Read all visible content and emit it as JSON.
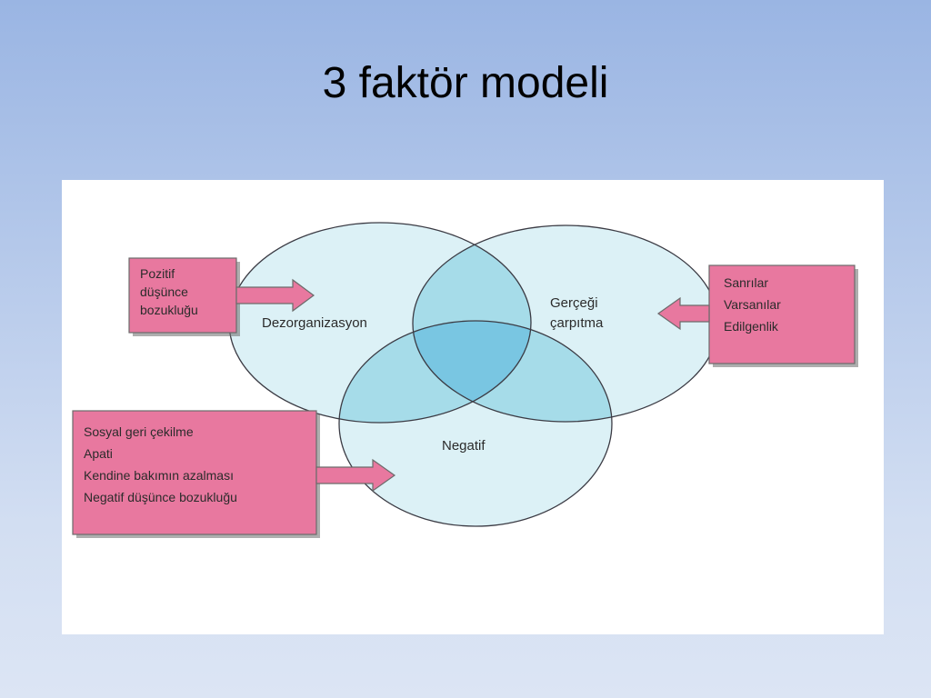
{
  "title": "3 faktör modeli",
  "colors": {
    "circle_fill": "#dcf1f6",
    "overlap_two": "#a6dce9",
    "overlap_three": "#79c6e2",
    "circle_stroke": "#3b3b44",
    "box_fill": "#e8789f",
    "box_border": "#6b6b6b"
  },
  "circles": {
    "disorganization": {
      "label": "Dezorganizasyon"
    },
    "reality_distortion": {
      "label_line1": "Gerçeği",
      "label_line2": "çarpıtma"
    },
    "negative": {
      "label": "Negatif"
    }
  },
  "boxes": {
    "disorganization_box": {
      "lines": [
        "Pozitif",
        "düşünce",
        "bozukluğu"
      ]
    },
    "reality_box": {
      "lines": [
        "Sanrılar",
        "Varsanılar",
        "Edilgenlik"
      ]
    },
    "negative_box": {
      "lines": [
        "Sosyal geri çekilme",
        "Apati",
        "Kendine bakımın azalması",
        "Negatif düşünce bozukluğu"
      ]
    }
  }
}
